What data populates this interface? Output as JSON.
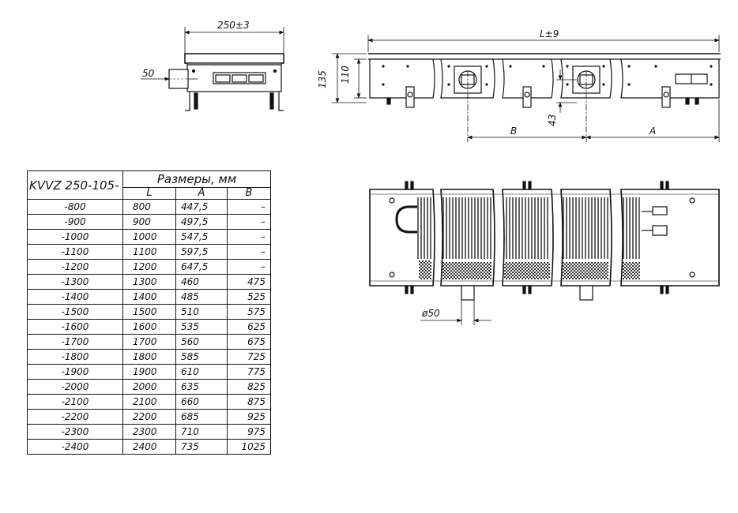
{
  "dimensions": {
    "width_side": "250±3",
    "pipe_offset": "50",
    "height_total": "135",
    "height_body": "110",
    "length": "L±9",
    "pipe_height": "43",
    "dim_a": "A",
    "dim_b": "B",
    "pipe_diameter": "ø50"
  },
  "table": {
    "model_label": "KVVZ 250-105-",
    "header": "Размеры, мм",
    "columns": [
      "L",
      "A",
      "B"
    ],
    "rows": [
      [
        "-800",
        "800",
        "447,5",
        "–"
      ],
      [
        "-900",
        "900",
        "497,5",
        "–"
      ],
      [
        "-1000",
        "1000",
        "547,5",
        "–"
      ],
      [
        "-1100",
        "1100",
        "597,5",
        "–"
      ],
      [
        "-1200",
        "1200",
        "647,5",
        "–"
      ],
      [
        "-1300",
        "1300",
        "460",
        "475"
      ],
      [
        "-1400",
        "1400",
        "485",
        "525"
      ],
      [
        "-1500",
        "1500",
        "510",
        "575"
      ],
      [
        "-1600",
        "1600",
        "535",
        "625"
      ],
      [
        "-1700",
        "1700",
        "560",
        "675"
      ],
      [
        "-1800",
        "1800",
        "585",
        "725"
      ],
      [
        "-1900",
        "1900",
        "610",
        "775"
      ],
      [
        "-2000",
        "2000",
        "635",
        "825"
      ],
      [
        "-2100",
        "2100",
        "660",
        "875"
      ],
      [
        "-2200",
        "2200",
        "685",
        "925"
      ],
      [
        "-2300",
        "2300",
        "710",
        "975"
      ],
      [
        "-2400",
        "2400",
        "735",
        "1025"
      ]
    ]
  }
}
